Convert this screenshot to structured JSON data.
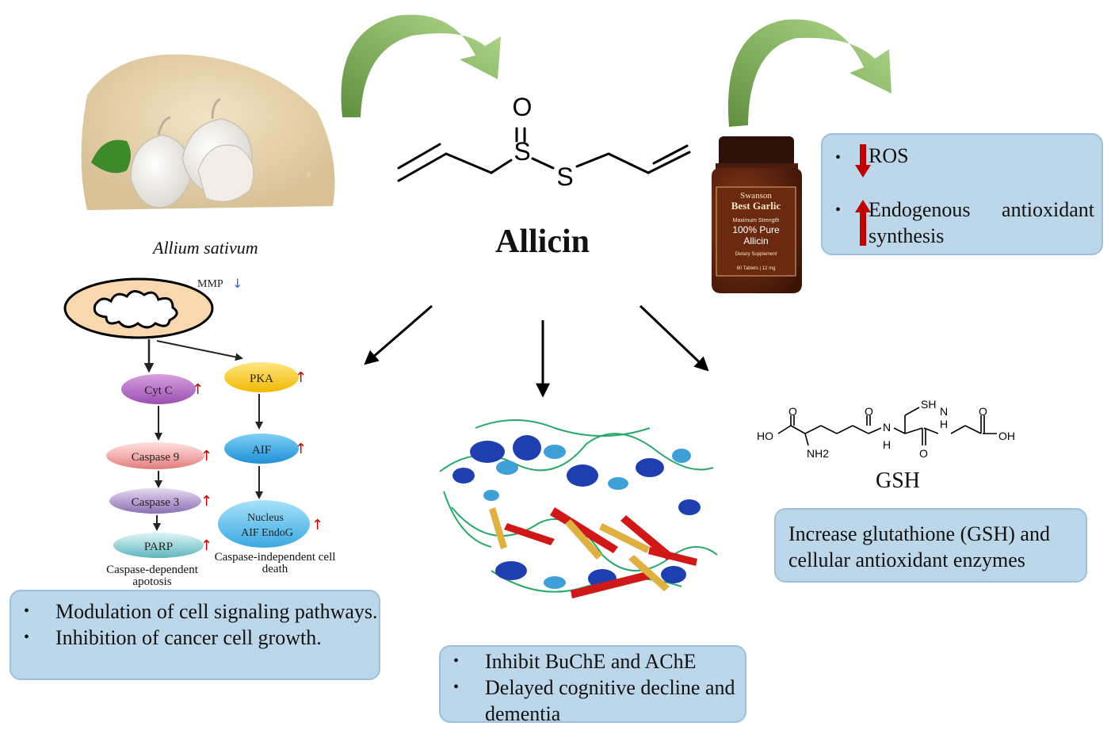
{
  "molecule": {
    "name": "Allicin",
    "atoms": {
      "oxygen": "O",
      "sulfur_top": "S",
      "sulfur_bottom": "S"
    }
  },
  "plant": {
    "label": "Allium sativum"
  },
  "supplement": {
    "brand": "Swanson",
    "line1": "Best Garlic",
    "line2": "Maximum Strength",
    "line3": "100% Pure",
    "line4": "Allicin",
    "line5": "Dietary Supplement",
    "line6": "60 Tablets | 12 mg"
  },
  "antioxidant_box": {
    "items": [
      "ROS",
      "Endogenous antioxidant synthesis"
    ],
    "bullet": "•"
  },
  "apoptosis": {
    "mmp": "MMP",
    "cyt_c": "Cyt C",
    "caspase9": "Caspase 9",
    "caspase3": "Caspase 3",
    "parp": "PARP",
    "pka": "PKA",
    "aif": "AIF",
    "nucleus": "Nucleus",
    "aif_endog": "AIF EndoG",
    "dependent_label": "Caspase-dependent apotosis",
    "independent_label": "Caspase-independent cell death",
    "up_arrow": "↑",
    "down_arrow": "↓"
  },
  "cancer_box": {
    "items": [
      "Modulation of cell signaling pathways.",
      "Inhibition of cancer cell growth."
    ],
    "bullet": "•"
  },
  "cholinesterase_box": {
    "items": [
      "Inhibit BuChE and AChE",
      "Delayed cognitive decline and dementia"
    ],
    "bullet": "•"
  },
  "gsh": {
    "label": "GSH",
    "atoms": {
      "sh": "SH",
      "ho": "HO",
      "oh": "OH",
      "nh2": "NH2",
      "nh_1": "N",
      "h_1": "H",
      "nh_2": "N",
      "h_2": "H",
      "o1": "O",
      "o2": "O",
      "o3": "O",
      "o4": "O"
    }
  },
  "gsh_box": {
    "text": "Increase glutathione (GSH) and cellular antioxidant enzymes"
  },
  "colors": {
    "green_arrow": "#8fbf6a",
    "box_fill": "#bcd6ea",
    "box_border": "#9ec0dc",
    "red_arrow": "#c00000",
    "helix_blue": "#1f3fb0",
    "helix_light": "#3fa0d8",
    "strand_red": "#d01818",
    "strand_gold": "#e0b040",
    "coil_green": "#2aa86a"
  }
}
